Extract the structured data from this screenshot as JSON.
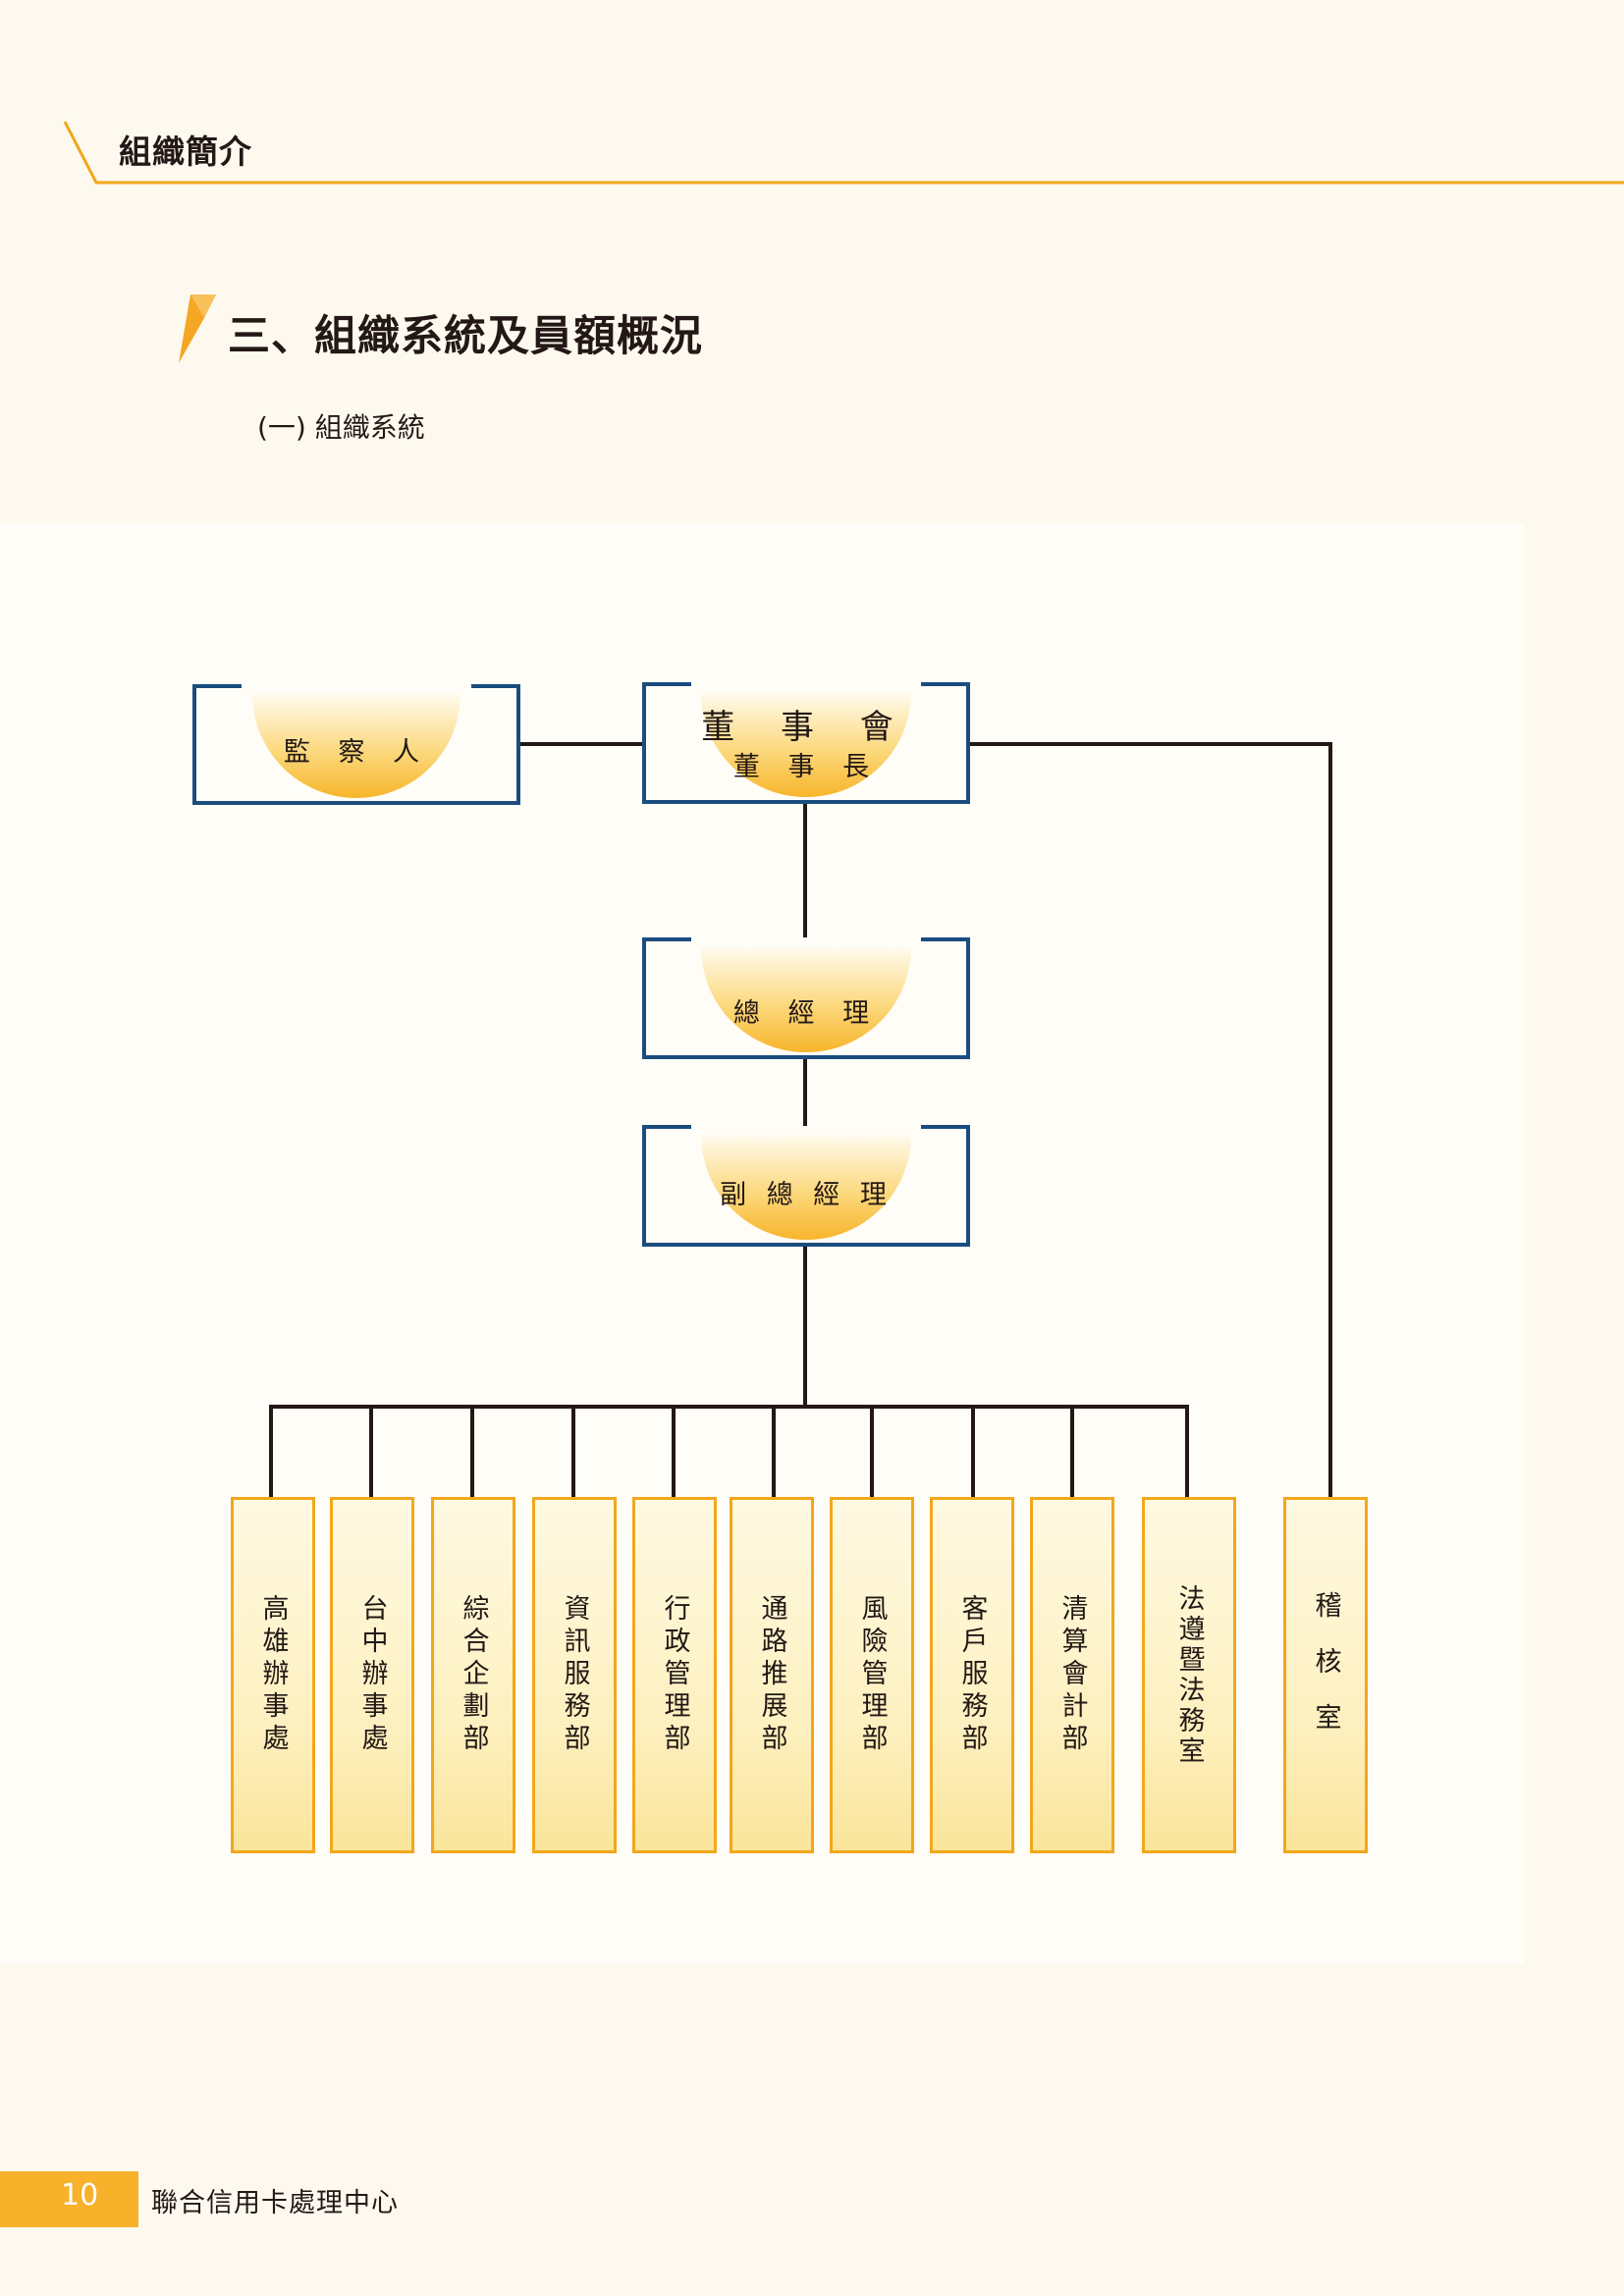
{
  "header": {
    "title": "組織簡介"
  },
  "section": {
    "title": "三、組織系統及員額概況",
    "subtitle_prefix": "(一)",
    "subtitle": "組織系統"
  },
  "org_chart": {
    "supervisor": "監 察 人",
    "board": "董 事 會",
    "chairman": "董 事 長",
    "general_manager": "總 經 理",
    "deputy_gm": "副 總 經 理",
    "departments": [
      "高雄辦事處",
      "台中辦事處",
      "綜合企劃部",
      "資訊服務部",
      "行政管理部",
      "通路推展部",
      "風險管理部",
      "客戶服務部",
      "清算會計部",
      "法遵暨法務室"
    ],
    "audit": "稽核室"
  },
  "footer": {
    "page_number": "10",
    "organization": "聯合信用卡處理中心"
  },
  "colors": {
    "accent": "#f2a71b",
    "box_border": "#1a4d7e",
    "line": "#231815",
    "page_bg": "#fdf9ef"
  }
}
